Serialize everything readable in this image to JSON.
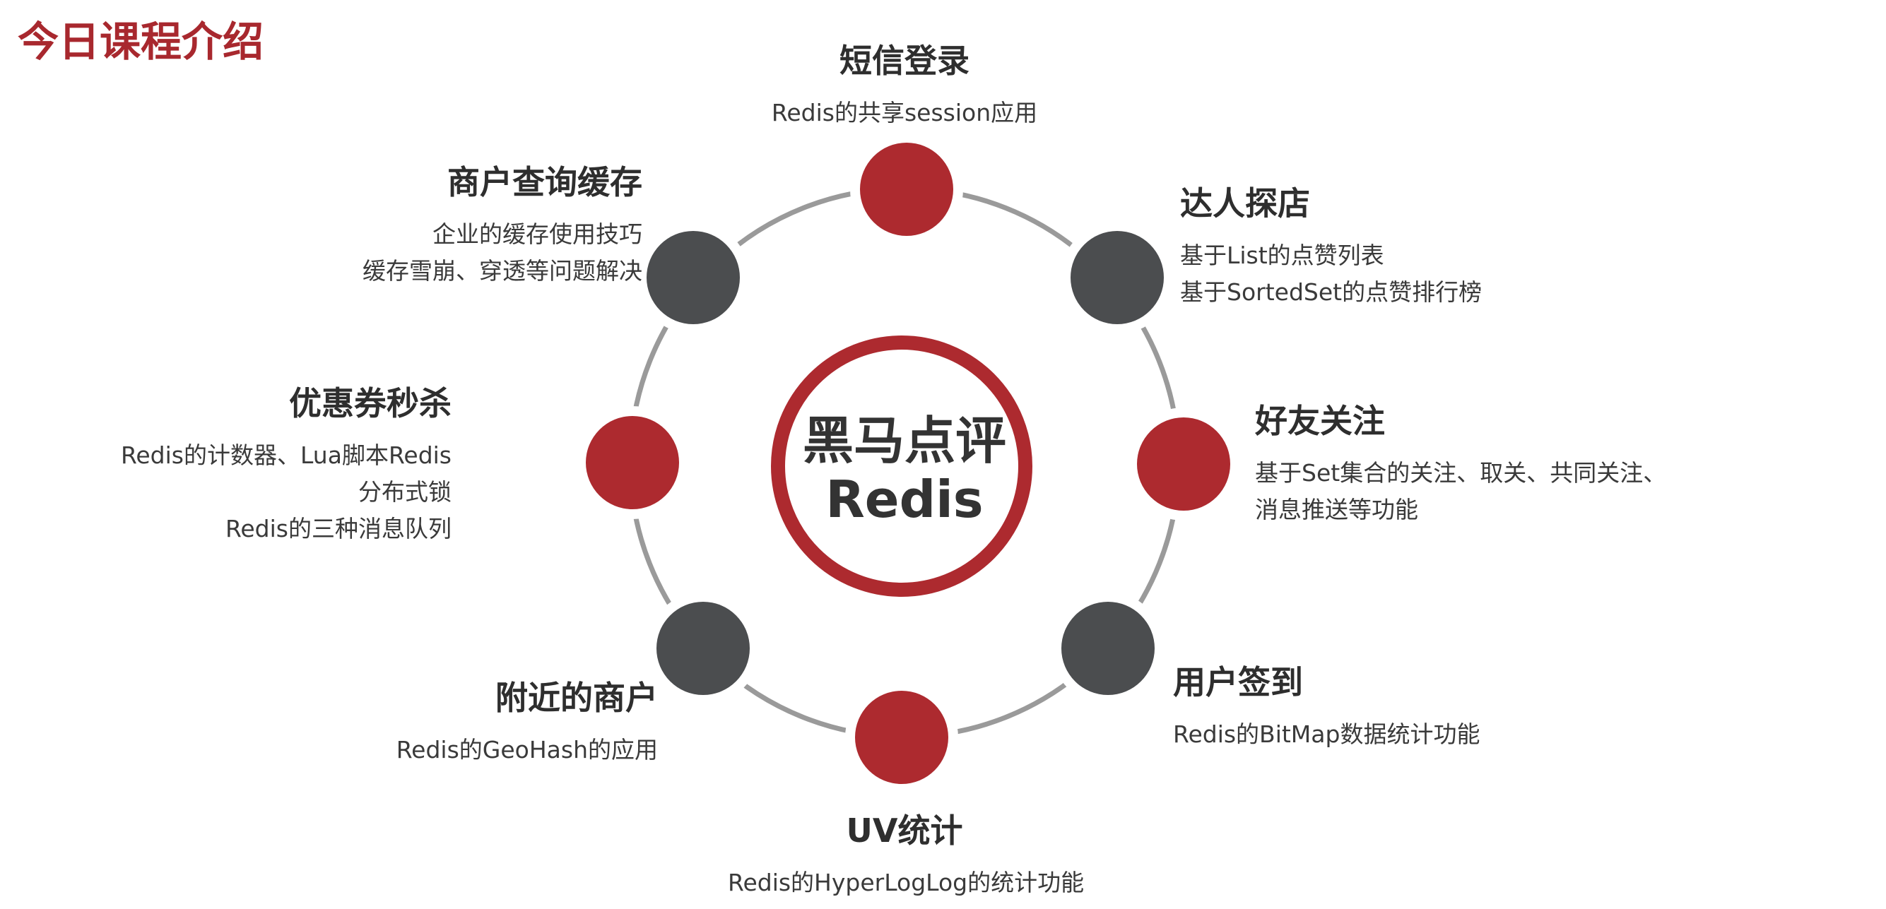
{
  "page_title": "今日课程介绍",
  "center": {
    "line1": "黑马点评",
    "line2": "Redis"
  },
  "colors": {
    "red": "#ad2a2f",
    "gray": "#4b4d4f",
    "ring": "#9a9a9a",
    "title": "#a8282e"
  },
  "topics": [
    {
      "title": "短信登录",
      "desc": [
        "Redis的共享session应用"
      ]
    },
    {
      "title": "达人探店",
      "desc": [
        "基于List的点赞列表",
        "基于SortedSet的点赞排行榜"
      ]
    },
    {
      "title": "好友关注",
      "desc": [
        "基于Set集合的关注、取关、共同关注、",
        "消息推送等功能"
      ]
    },
    {
      "title": "用户签到",
      "desc": [
        "Redis的BitMap数据统计功能"
      ]
    },
    {
      "title": "UV统计",
      "desc": [
        "Redis的HyperLogLog的统计功能"
      ]
    },
    {
      "title": "附近的商户",
      "desc": [
        "Redis的GeoHash的应用"
      ]
    },
    {
      "title": "优惠券秒杀",
      "desc": [
        "Redis的计数器、Lua脚本Redis",
        "分布式锁",
        "Redis的三种消息队列"
      ]
    },
    {
      "title": "商户查询缓存",
      "desc": [
        "企业的缓存使用技巧",
        "缓存雪崩、穿透等问题解决"
      ]
    }
  ]
}
